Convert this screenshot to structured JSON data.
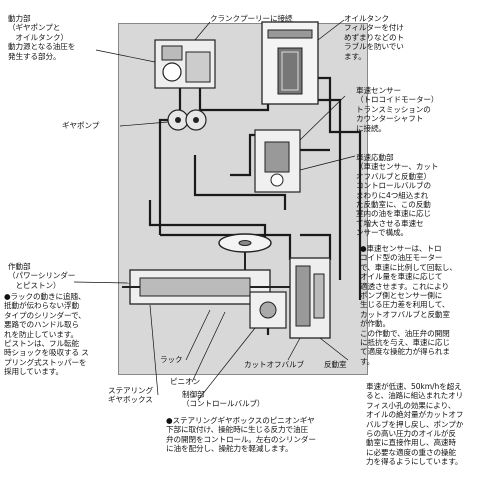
{
  "labels": {
    "crank_pulley": "クランクプーリーに接続",
    "oil_tank": "オイルタンク\nフィルターを付け\nめずまりなどのト\nラブルを防いでい\nます。",
    "power_unit": "動力部\n（ギヤポンプと\n　オイルタンク）\n動力源となる油圧を\n発生する部分。",
    "gear_pump": "ギヤポンプ",
    "speed_sensor": "車速センサー\n（トロコイドモーター）\nトランスミッションの\nカウンターシャフト\nに接続。",
    "reaction_unit": "車速応動部\n（車速センサー、カット\nオフバルブと反動室）\nコントロールバルブの\nまわりに4つ組込まれ\nた反動室に、この反動\n室内の油を車速に応じ\nて増大させる車速セ\nンサーで構成。",
    "sensor_note": "●車速センサーは、トロ\nコイド型の油圧モーター\nで、車速に比例して回転し、\nオイル量を車速に応じて\n適透させます。これにより\nポンプ側とセンサー側に\n生じる圧力差を利用して、\nカットオフバルブと反動室\nが作動。\nこの作動で、油圧弁の開閉\nに抵抗を与え、車速に応じ\nて適度な操舵力が得られま\nす。",
    "actuator": "作動部\n（パワーシリンダー\n　とピストン）",
    "rack_note": "●ラックの動きに追随、\n抵動が伝わらない浮動\nタイプのシリンダーで、\n悪路でのハンドル取ら\nれを防止しています。\nピストンは、フル転舵\n時ショックを吸収する ス\nプリング式ストッパーを\n採用しています。",
    "rack": "ラック",
    "cutoff_valve": "カットオフバルブ",
    "reaction_chamber": "反動室",
    "pinion": "ピニオン",
    "steering_gearbox": "ステアリング\nギヤボックス",
    "control_unit": "制御部\n（コントロールバルブ）",
    "gearbox_note": "●ステアリングギヤボックスのピニオンギヤ\n下部に取付け、操舵時に生じる反力で油圧\n弁の開閉をコントロール。左右のシリンダー\nに油を配分し、操舵力を軽減します。",
    "highspeed_note": "車速が低速、50km/hを超え\nると、油路に組込まれたオリ\nフィス小孔の効果により、\nオイルの絶対量がカットオフ\nバルブを押し戻し、ポンプか\nらの高い圧力のオイルが反\n動室に直接作用し、高速時\nに必要な適度の重さの操舵\n力を得るようにしています。"
  }
}
